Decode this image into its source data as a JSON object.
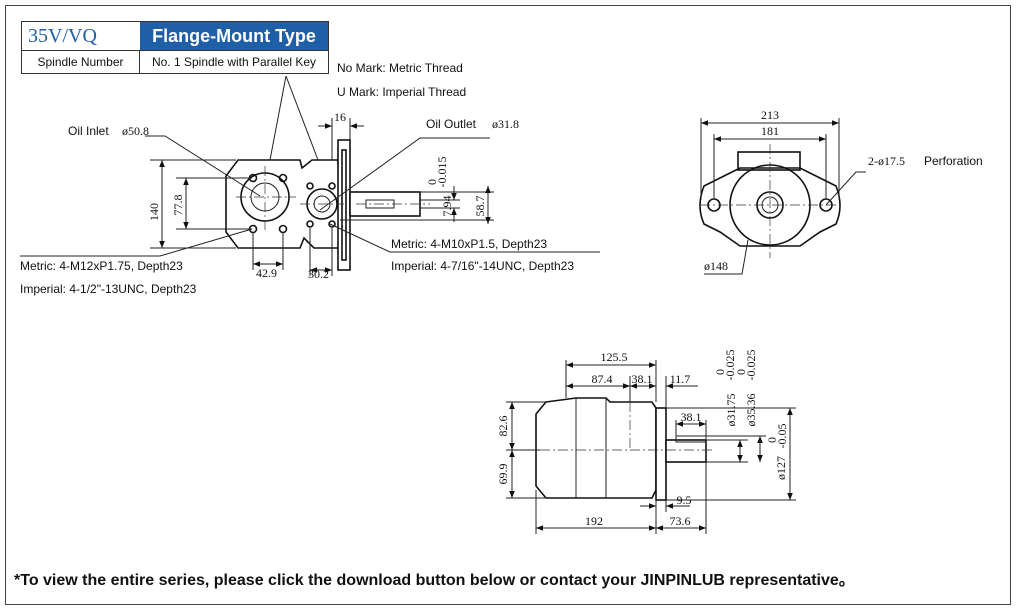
{
  "header": {
    "series": "35V/VQ",
    "type": "Flange-Mount Type",
    "spindle_label": "Spindle Number",
    "spindle_value": "No. 1 Spindle with Parallel Key"
  },
  "front_view": {
    "no_mark": "No Mark: Metric Thread",
    "u_mark": "U Mark: Imperial Thread",
    "oil_inlet": "Oil Inlet",
    "oil_inlet_dia": "ø50.8",
    "oil_outlet": "Oil Outlet",
    "oil_outlet_dia": "ø31.8",
    "dim_16": "16",
    "dim_140": "140",
    "dim_77_8": "77.8",
    "dim_42_9": "42.9",
    "dim_30_2": "30.2",
    "dim_7_94": "7.94",
    "tol_7_94_upper": "0",
    "tol_7_94_lower": "-0.015",
    "dim_58_7": "58.7",
    "metric_left": "Metric: 4-M12xP1.75, Depth23",
    "imperial_left": "Imperial: 4-1/2\"-13UNC, Depth23",
    "metric_right": "Metric: 4-M10xP1.5, Depth23",
    "imperial_right": "Imperial: 4-7/16\"-14UNC, Depth23"
  },
  "end_view": {
    "dim_213": "213",
    "dim_181": "181",
    "perforation_dim": "2-ø17.5",
    "perforation_label": "Perforation",
    "dim_148": "ø148"
  },
  "side_view": {
    "dim_125_5": "125.5",
    "dim_87_4": "87.4",
    "dim_38_1_top": "38.1",
    "dim_11_7": "11.7",
    "dim_38_1_key": "38.1",
    "dim_82_6": "82.6",
    "dim_69_9": "69.9",
    "dim_31_75": "ø31.75",
    "tol_31_75_upper": "0",
    "tol_31_75_lower": "-0.025",
    "dim_35_36": "ø35.36",
    "tol_35_36_upper": "0",
    "tol_35_36_lower": "-0.025",
    "dim_127": "ø127",
    "tol_127_upper": "0",
    "tol_127_lower": "-0.05",
    "dim_9_5": "9.5",
    "dim_192": "192",
    "dim_73_6": "73.6"
  },
  "footer": {
    "note": "*To view the entire series, please click the download button below or contact your JINPINLUB representative。"
  }
}
